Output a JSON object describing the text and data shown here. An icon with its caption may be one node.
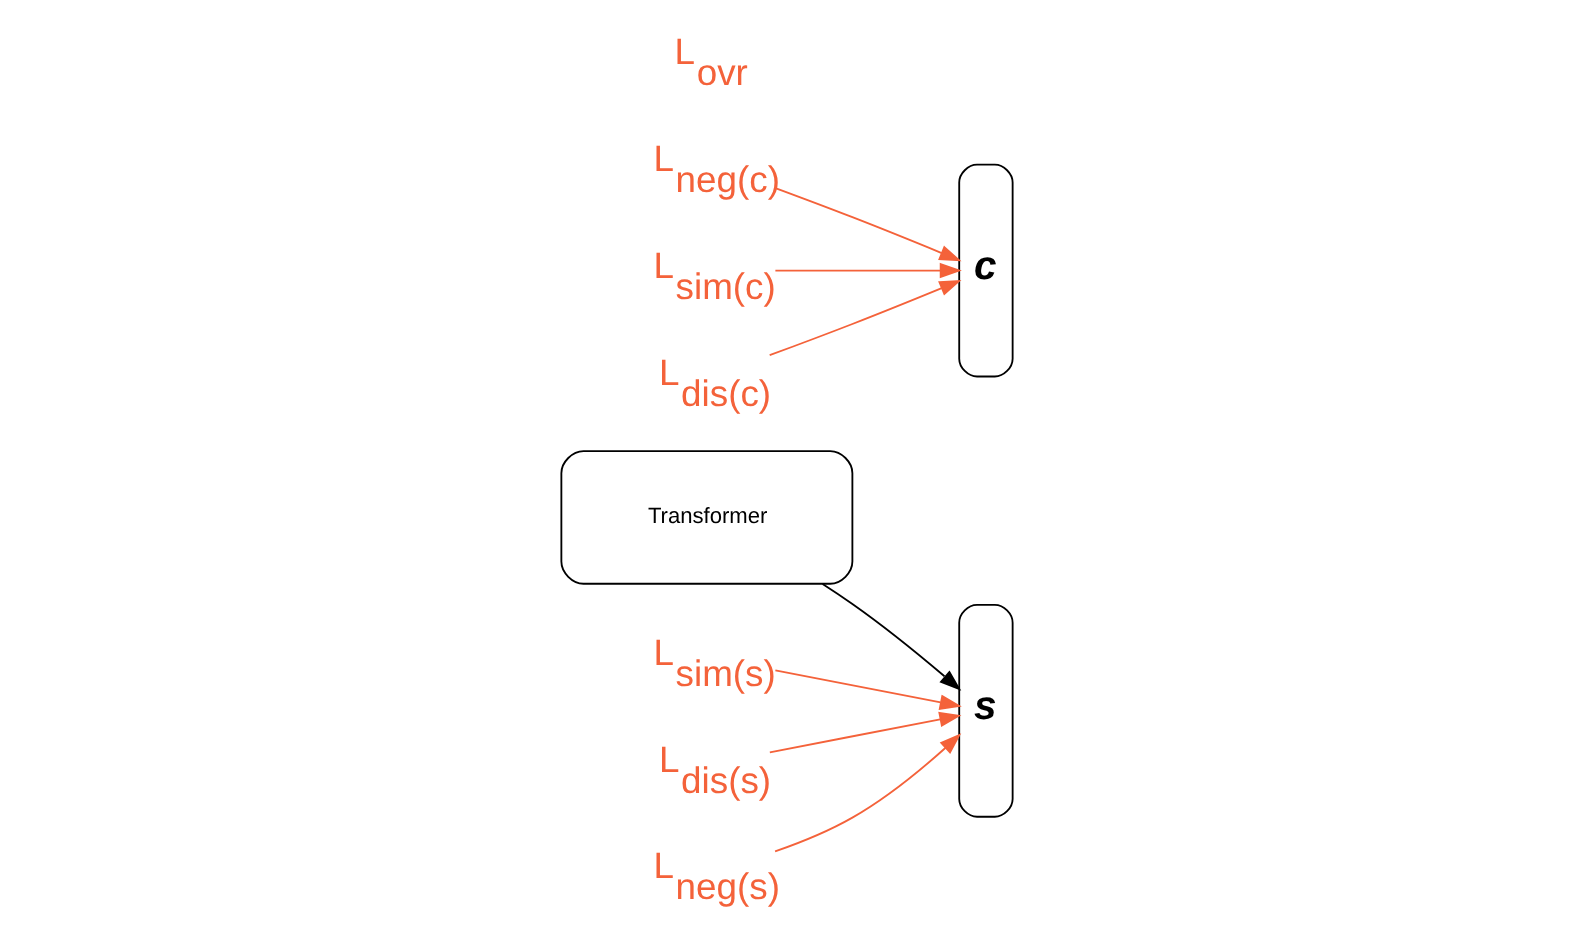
{
  "diagram": {
    "nodes": [
      {
        "text": [
          "Transformer"
        ]
      },
      {
        "text": [
          "s"
        ]
      },
      {
        "text": [
          "c"
        ]
      },
      {
        "text": [
          "L$_{sim(s)}$"
        ]
      },
      {
        "text": [
          "L$_{dis(s)}$"
        ]
      },
      {
        "text": [
          "L$_{neg(s)}$"
        ]
      },
      {
        "text": [
          "L$_{neg(c)}$"
        ]
      },
      {
        "text": [
          "L$_{sim(c)}$"
        ]
      },
      {
        "text": [
          "L$_{dis(c)}$"
        ]
      }
    ],
    "edges": [
      {
        "from": 0,
        "to": 1,
        "arrow": "to",
        "color": "#000000"
      },
      {
        "from": 3,
        "to": 1,
        "arrow": "to"
      },
      {
        "from": 4,
        "to": 1,
        "arrow": "to"
      },
      {
        "from": 5,
        "to": 1,
        "arrow": "to"
      },
      {
        "from": 6,
        "to": 2,
        "arrow": "to"
      },
      {
        "from": 7,
        "to": 2,
        "arrow": "to"
      },
      {
        "from": 8,
        "to": 2,
        "arrow": "to"
      }
    ],
    "labels": [
      "L$_{ovr}$"
    ]
  }
}
